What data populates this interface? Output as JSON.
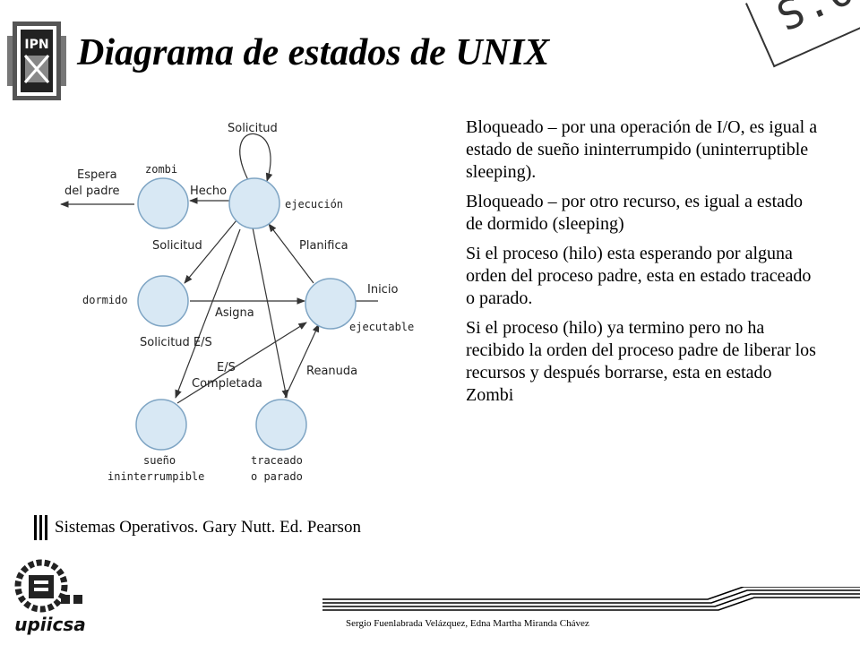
{
  "slide": {
    "title": "Diagrama de estados de UNIX",
    "corner_stamp": "S.O."
  },
  "diagram": {
    "states": {
      "zombi": "zombi",
      "ejecucion": "ejecución",
      "dormido": "dormido",
      "ejecutable": "ejecutable",
      "sueno_line1": "sueño",
      "sueno_line2": "ininterrumpible",
      "traceado_line1": "traceado",
      "traceado_line2": "o parado"
    },
    "transitions": {
      "solicitud_top": "Solicitud",
      "espera_line1": "Espera",
      "espera_line2": "del padre",
      "hecho": "Hecho",
      "solicitud_left": "Solicitud",
      "planifica": "Planifica",
      "inicio": "Inicio",
      "asigna": "Asigna",
      "solicitud_es": "Solicitud E/S",
      "es_line1": "E/S",
      "es_line2": "Completada",
      "reanuda": "Reanuda"
    }
  },
  "caption": "Sistemas Operativos. Gary Nutt. Ed. Pearson",
  "description": [
    "Bloqueado – por una operación de I/O, es igual a estado de sueño ininterrumpido (uninterruptible sleeping).",
    "Bloqueado – por otro recurso, es igual a estado de dormido (sleeping)",
    "Si el proceso (hilo) esta esperando por alguna orden del proceso padre, esta en estado traceado o parado.",
    "Si el proceso (hilo) ya termino pero no ha recibido la orden del proceso padre de liberar los recursos y después borrarse, esta en estado Zombi"
  ],
  "footer": {
    "authors": "Sergio Fuenlabrada Velázquez, Edna Martha Miranda Chávez",
    "logo_text": "upiicsa"
  },
  "colors": {
    "state_fill": "#d8e8f4",
    "state_stroke": "#7fa5c4",
    "arrow": "#333333"
  }
}
